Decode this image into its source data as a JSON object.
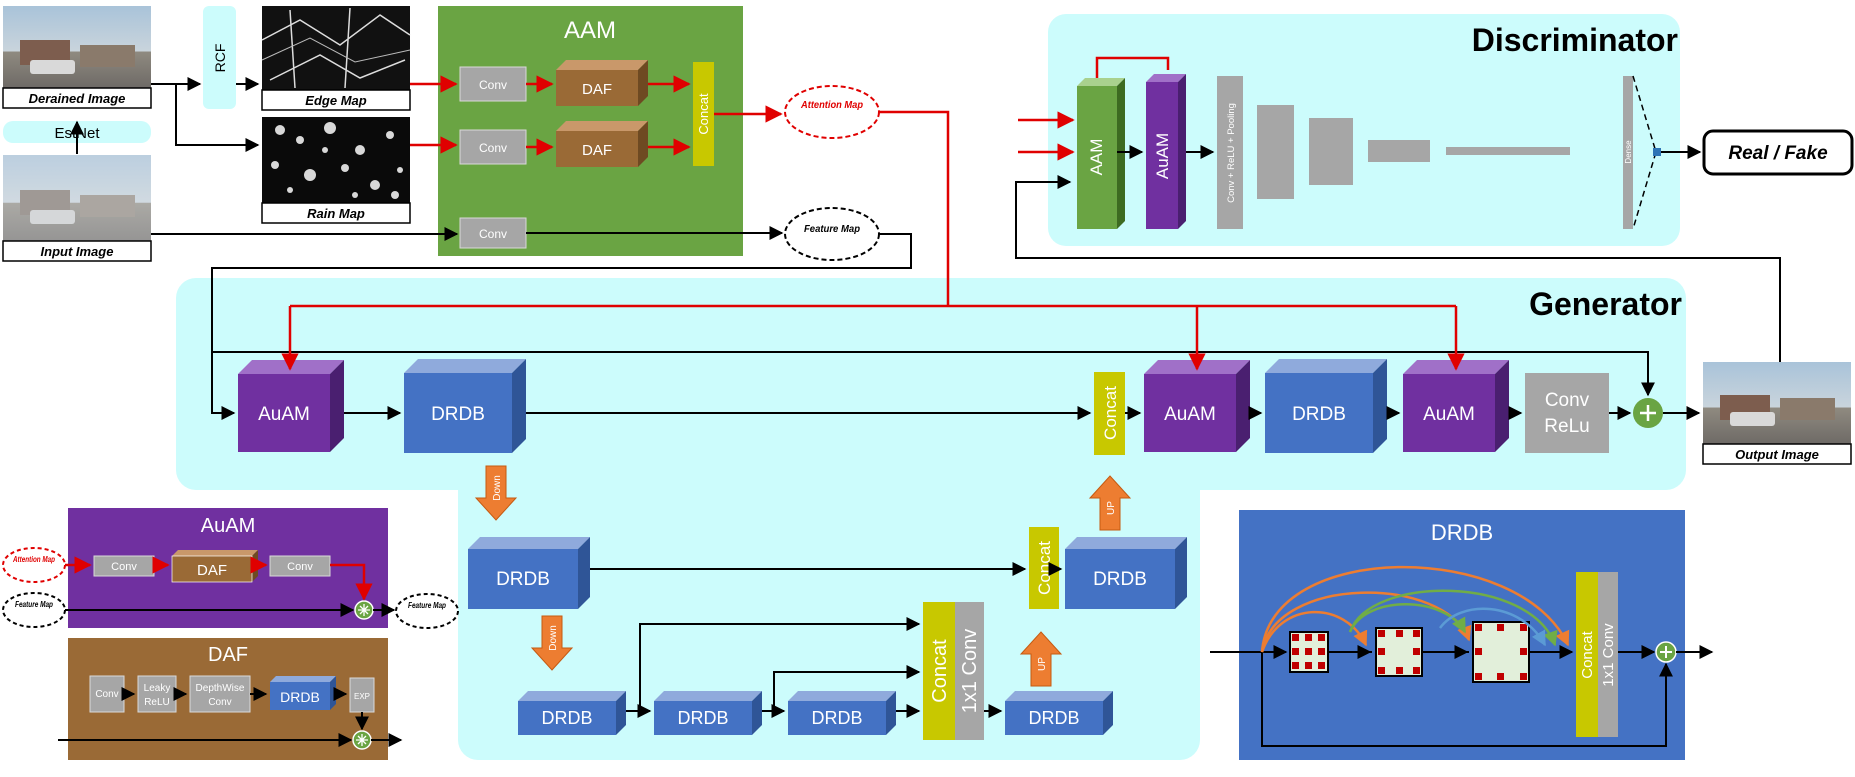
{
  "images": {
    "derained": "Derained Image",
    "input": "Input Image",
    "edge": "Edge Map",
    "rain": "Rain Map",
    "output": "Output Image"
  },
  "estnet": "EstNet",
  "rcf": "RCF",
  "aam": {
    "title": "AAM",
    "conv": "Conv",
    "daf": "DAF",
    "concat": "Concat"
  },
  "maps": {
    "attention": "Attention Map",
    "feature": "Feature Map"
  },
  "discriminator": {
    "title": "Discriminator",
    "aam": "AAM",
    "auam": "AuAM",
    "conv_relu_pool": "Conv + ReLU + Pooling",
    "dense": "Dense",
    "result": "Real / Fake"
  },
  "generator": {
    "title": "Generator",
    "auam": "AuAM",
    "drdb": "DRDB",
    "concat": "Concat",
    "conv": "Conv",
    "relu": "ReLu",
    "down": "Down",
    "up": "UP",
    "conv1x1": "1x1 Conv"
  },
  "auam_detail": {
    "title": "AuAM",
    "conv": "Conv",
    "daf": "DAF",
    "attention_map": "Attention Map",
    "feature_map_in": "Feature Map",
    "feature_map_out": "Feature Map"
  },
  "daf_detail": {
    "title": "DAF",
    "conv": "Conv",
    "leaky": "Leaky",
    "relu": "ReLU",
    "depthwise": "DepthWise",
    "dconv": "Conv",
    "drdb": "DRDB",
    "exp": "EXP"
  },
  "drdb_detail": {
    "title": "DRDB",
    "concat": "Concat",
    "conv1x1": "1x1 Conv"
  },
  "colors": {
    "green": "#6aa443",
    "cyan": "#ccfcfc",
    "purple": "#7030a0",
    "blue": "#4472c4",
    "brown": "#9a6a36",
    "yellow": "#c8c800",
    "gray": "#a6a6a6",
    "red": "#e00000",
    "orange": "#ed7d31"
  }
}
